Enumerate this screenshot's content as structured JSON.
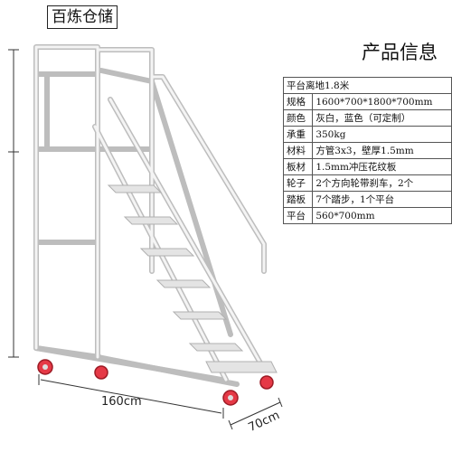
{
  "brand": "百炼仓储",
  "info_title": "产品信息",
  "specs": [
    {
      "key": "平台离地1.8米",
      "value": ""
    },
    {
      "key": "规格",
      "value": "1600*700*1800*700mm"
    },
    {
      "key": "颜色",
      "value": "灰白，蓝色（可定制）"
    },
    {
      "key": "承重",
      "value": "350kg"
    },
    {
      "key": "材料",
      "value": "方管3x3，壁厚1.5mm"
    },
    {
      "key": "板材",
      "value": "1.5mm冲压花纹板"
    },
    {
      "key": "轮子",
      "value": "2个方向轮带刹车，2个"
    },
    {
      "key": "踏板",
      "value": "7个踏步，1个平台"
    },
    {
      "key": "平台",
      "value": "560*700mm"
    }
  ],
  "dimensions": {
    "width": "160cm",
    "depth": "70cm",
    "height": "180cm",
    "top": "70cm"
  },
  "colors": {
    "frame": "#e8e8e8",
    "frame_edge": "#bdbdbd",
    "wheel": "#e53946"
  }
}
